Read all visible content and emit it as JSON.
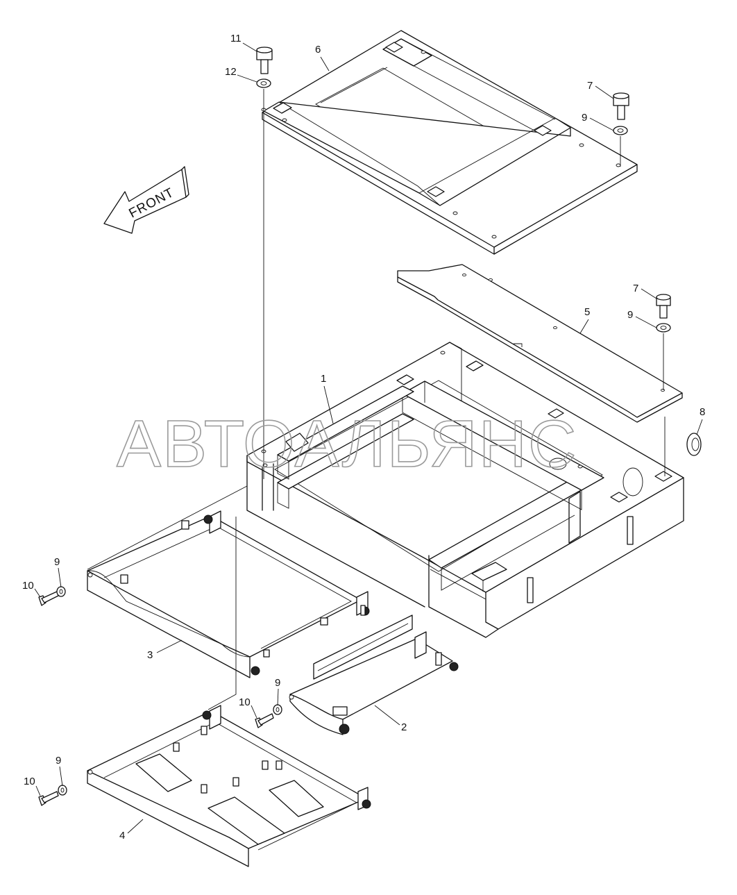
{
  "front_label": "FRONT",
  "watermark": "АВТОАЛЬЯНС",
  "callouts": {
    "c1": "1",
    "c2": "2",
    "c3": "3",
    "c4": "4",
    "c5": "5",
    "c6": "6",
    "c7a": "7",
    "c7b": "7",
    "c8": "8",
    "c9a": "9",
    "c9b": "9",
    "c9c": "9",
    "c9d": "9",
    "c9e": "9",
    "c10a": "10",
    "c10b": "10",
    "c10c": "10",
    "c11": "11",
    "c12": "12"
  }
}
